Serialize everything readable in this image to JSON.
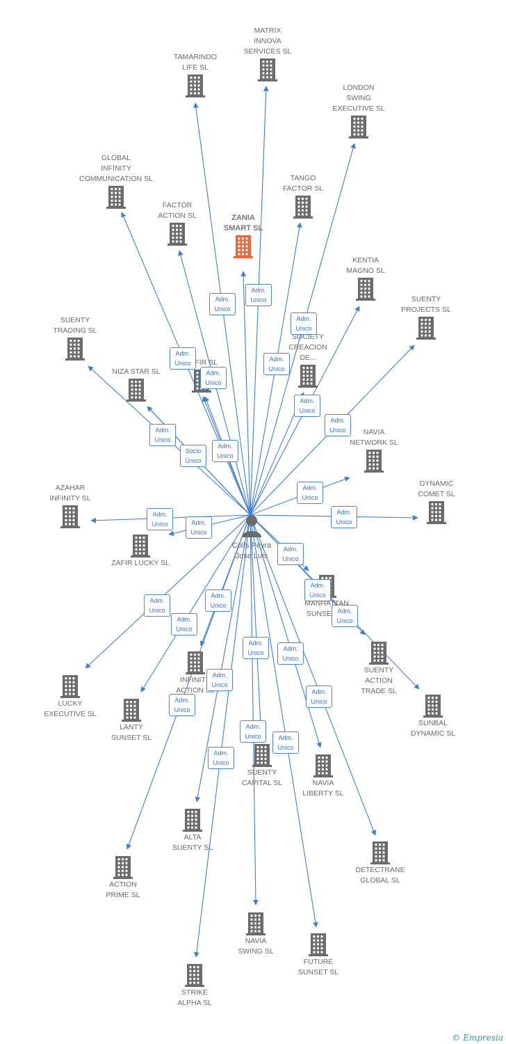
{
  "center": {
    "name": "Colls Peyra\nJose Luis"
  },
  "nodes": [
    {
      "id": "tamarindo",
      "label": "TAMARINDO\nLIFE SL"
    },
    {
      "id": "matrix",
      "label": "MATRIX\nINNOVA\nSERVICES SL"
    },
    {
      "id": "london",
      "label": "LONDON\nSWING\nEXECUTIVE SL"
    },
    {
      "id": "global",
      "label": "GLOBAL\nINFINITY\nCOMMUNICATION SL"
    },
    {
      "id": "tango",
      "label": "TANGO\nFACTOR SL"
    },
    {
      "id": "factor",
      "label": "FACTOR\nACTION SL"
    },
    {
      "id": "zania",
      "label": "ZANIA\nSMART  SL",
      "focus": true
    },
    {
      "id": "kentia",
      "label": "KENTIA\nMAGNO SL"
    },
    {
      "id": "suentyprojects",
      "label": "SUENTY\nPROJECTS SL"
    },
    {
      "id": "suentytrading",
      "label": "SUENTY\nTRADING SL"
    },
    {
      "id": "society",
      "label": "SOCIETY\nCREACION\nDE..."
    },
    {
      "id": "niza",
      "label": "NIZA STAR SL"
    },
    {
      "id": "zafir",
      "label": "ZAFIR SL"
    },
    {
      "id": "navianetwork",
      "label": "NAVIA\nNETWORK SL"
    },
    {
      "id": "dynamic",
      "label": "DYNAMIC\nCOMET SL"
    },
    {
      "id": "azahar",
      "label": "AZAHAR\nINFINITY SL"
    },
    {
      "id": "zafirlucky",
      "label": "ZAFIR LUCKY SL"
    },
    {
      "id": "manhattan",
      "label": "MANHATTAN\nSUNSET SL"
    },
    {
      "id": "suentyaction",
      "label": "SUENTY\nACTION\nTRADE SL"
    },
    {
      "id": "sunbal",
      "label": "SUNBAL\nDYNAMIC SL"
    },
    {
      "id": "lucky",
      "label": "LUCKY\nEXECUTIVE SL"
    },
    {
      "id": "lanty",
      "label": "LANTY\nSUNSET SL"
    },
    {
      "id": "infinity",
      "label": "INFINITY\nACTION SL"
    },
    {
      "id": "suentycapital",
      "label": "SUENTY\nCAPITAL SL"
    },
    {
      "id": "navialiberty",
      "label": "NAVIA\nLIBERTY SL"
    },
    {
      "id": "alta",
      "label": "ALTA\nSUENTY SL"
    },
    {
      "id": "detectrane",
      "label": "DETECTRANE\nGLOBAL  SL"
    },
    {
      "id": "actionprime",
      "label": "ACTION\nPRIME SL"
    },
    {
      "id": "naviaswing",
      "label": "NAVIA\nSWING SL"
    },
    {
      "id": "future",
      "label": "FUTURE\nSUNSET SL"
    },
    {
      "id": "strike",
      "label": "STRIKE\nALPHA SL"
    }
  ],
  "edges": [
    {
      "to": "tamarindo",
      "label": "Adm.\nUnico"
    },
    {
      "to": "matrix",
      "label": "Adm.\nUnico"
    },
    {
      "to": "london",
      "label": "Adm.\nUnico"
    },
    {
      "to": "global",
      "label": "Adm.\nUnico"
    },
    {
      "to": "tango",
      "label": "Adm.\nUnico"
    },
    {
      "to": "factor",
      "label": "Adm.\nUnico"
    },
    {
      "to": "zania",
      "label": "Adm.\nUnico"
    },
    {
      "to": "kentia",
      "label": "Adm.\nUnico"
    },
    {
      "to": "suentyprojects",
      "label": "Adm.\nUnico"
    },
    {
      "to": "suentytrading",
      "label": "Adm.\nUnico"
    },
    {
      "to": "society",
      "label": "Adm.\nUnico"
    },
    {
      "to": "niza",
      "label": "Adm.\nUnico"
    },
    {
      "to": "niza",
      "label": "Socio\nÚnico"
    },
    {
      "to": "zafir",
      "label": "Adm.\nUnico"
    },
    {
      "to": "zafir",
      "label": "Adm.\nUnico"
    },
    {
      "to": "navianetwork",
      "label": "Adm.\nUnico"
    },
    {
      "to": "dynamic",
      "label": "Adm.\nUnico"
    },
    {
      "to": "azahar",
      "label": "Adm.\nUnico"
    },
    {
      "to": "zafirlucky",
      "label": "Adm.\nUnico"
    },
    {
      "to": "manhattan",
      "label": "Adm.\nUnico"
    },
    {
      "to": "suentyaction",
      "label": "Adm.\nUnico"
    },
    {
      "to": "sunbal",
      "label": "Adm.\nUnico"
    },
    {
      "to": "lucky",
      "label": "Adm.\nUnico"
    },
    {
      "to": "lanty",
      "label": "Adm.\nUnico"
    },
    {
      "to": "infinity",
      "label": "Adm.\nUnico"
    },
    {
      "to": "suentycapital",
      "label": "Adm.\nUnico"
    },
    {
      "to": "navialiberty",
      "label": "Adm.\nUnico"
    },
    {
      "to": "alta",
      "label": "Adm.\nUnico"
    },
    {
      "to": "detectrane",
      "label": "Adm.\nUnico"
    },
    {
      "to": "actionprime",
      "label": "Adm.\nUnico"
    },
    {
      "to": "naviaswing",
      "label": "Adm.\nUnico"
    },
    {
      "to": "future",
      "label": "Adm.\nUnico"
    },
    {
      "to": "strike",
      "label": "Adm.\nUnico"
    }
  ],
  "colors": {
    "edge": "#3d7fd6",
    "building": "#6b6b6b",
    "focus": "#f0653a",
    "person": "#6b6b6b"
  },
  "brand": "Empresia"
}
